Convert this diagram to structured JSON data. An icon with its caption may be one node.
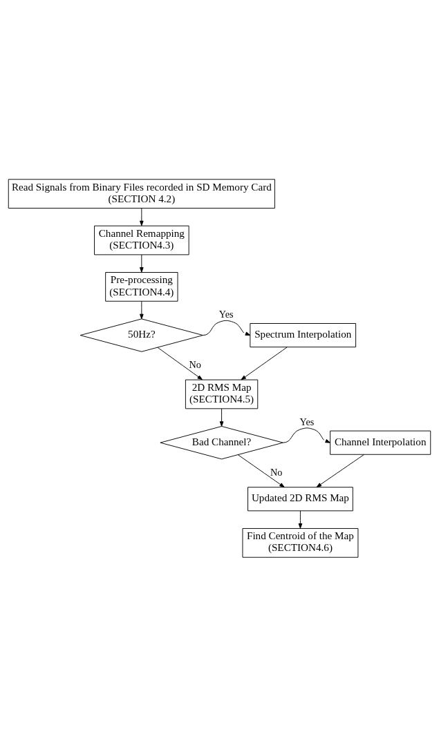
{
  "diagram": {
    "nodes": [
      {
        "text": [
          "Read Signals from Binary Files recorded in SD Memory Card",
          "(SECTION 4.2)"
        ]
      },
      {
        "text": [
          "Channel Remapping",
          "(SECTION4.3)"
        ]
      },
      {
        "text": [
          "Pre-processing",
          "(SECTION4.4)"
        ]
      },
      {
        "text": [
          "50Hz?"
        ]
      },
      {
        "text": [
          "Spectrum Interpolation"
        ]
      },
      {
        "text": [
          "2D RMS Map",
          "(SECTION4.5)"
        ]
      },
      {
        "text": [
          "Bad Channel?"
        ]
      },
      {
        "text": [
          "Channel Interpolation"
        ]
      },
      {
        "text": [
          "Updated 2D RMS Map"
        ]
      },
      {
        "text": [
          "Find Centroid of the Map",
          "(SECTION4.6)"
        ]
      }
    ],
    "edges": [
      {
        "from": 0,
        "to": 1,
        "arrow": "to"
      },
      {
        "from": 1,
        "to": 2,
        "arrow": "to"
      },
      {
        "from": 2,
        "to": 3,
        "arrow": "to"
      },
      {
        "from": 3,
        "to": 4,
        "arrow": "to",
        "label": "Yes"
      },
      {
        "from": 3,
        "to": 5,
        "arrow": "to",
        "label": "No"
      },
      {
        "from": 4,
        "to": 5,
        "arrow": "to"
      },
      {
        "from": 5,
        "to": 6,
        "arrow": "to"
      },
      {
        "from": 6,
        "to": 7,
        "arrow": "to",
        "label": "Yes"
      },
      {
        "from": 6,
        "to": 8,
        "arrow": "to",
        "label": "No"
      },
      {
        "from": 7,
        "to": 8,
        "arrow": "to"
      },
      {
        "from": 8,
        "to": 9,
        "arrow": "to"
      }
    ]
  }
}
